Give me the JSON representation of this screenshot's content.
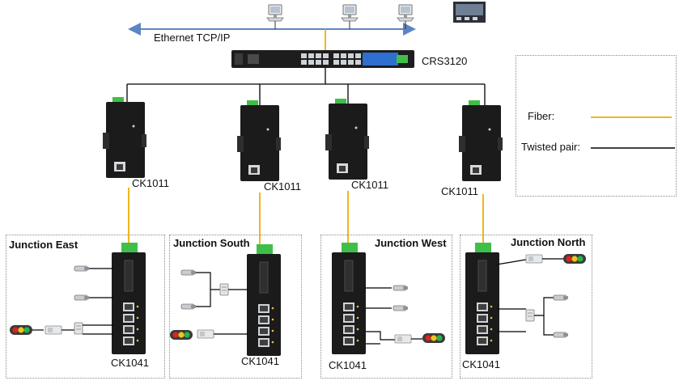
{
  "network": {
    "label": "Ethernet TCP/IP",
    "core_switch": "CRS3120"
  },
  "converters": [
    "CK1011",
    "CK1011",
    "CK1011",
    "CK1011"
  ],
  "junctions": [
    {
      "name": "Junction East",
      "device": "CK1041"
    },
    {
      "name": "Junction South",
      "device": "CK1041"
    },
    {
      "name": "Junction West",
      "device": "CK1041"
    },
    {
      "name": "Junction North",
      "device": "CK1041"
    }
  ],
  "legend": {
    "fiber_label": "Fiber:",
    "twisted_pair_label": "Twisted pair:",
    "fiber_color": "#f2b51b",
    "twisted_pair_color": "#000000"
  },
  "colors": {
    "bus_line": "#5b86c4",
    "device_body": "#1b1b1b",
    "terminal_green": "#3fbf4a",
    "signal_red": "#d9261c",
    "signal_yellow": "#f0c419",
    "signal_green": "#29b34a"
  }
}
